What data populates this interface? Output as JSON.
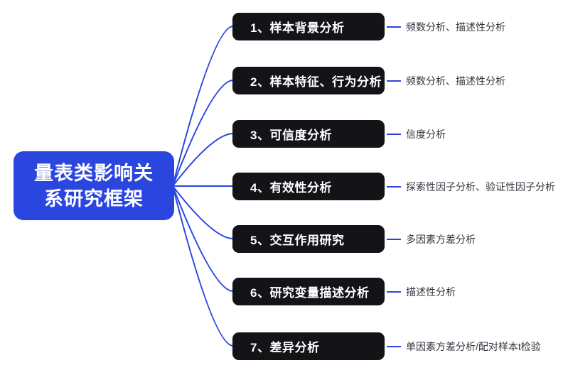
{
  "root": {
    "label": "量表类影响关系研究框架",
    "lines": [
      "量表类影响关",
      "系研究框架"
    ]
  },
  "branches": [
    {
      "label": "1、样本背景分析",
      "leaf": "频数分析、描述性分析"
    },
    {
      "label": "2、样本特征、行为分析",
      "leaf": "频数分析、描述性分析"
    },
    {
      "label": "3、可信度分析",
      "leaf": "信度分析"
    },
    {
      "label": "4、有效性分析",
      "leaf": "探索性因子分析、验证性因子分析"
    },
    {
      "label": "5、交互作用研究",
      "leaf": "多因素方差分析"
    },
    {
      "label": "6、研究变量描述分析",
      "leaf": "描述性分析"
    },
    {
      "label": "7、差异分析",
      "leaf": "单因素方差分析/配对样本t检验"
    }
  ],
  "colors": {
    "accent_blue": "#2a46df",
    "node_black": "#131318",
    "leaf_text": "#35353f",
    "background": "#ffffff"
  }
}
